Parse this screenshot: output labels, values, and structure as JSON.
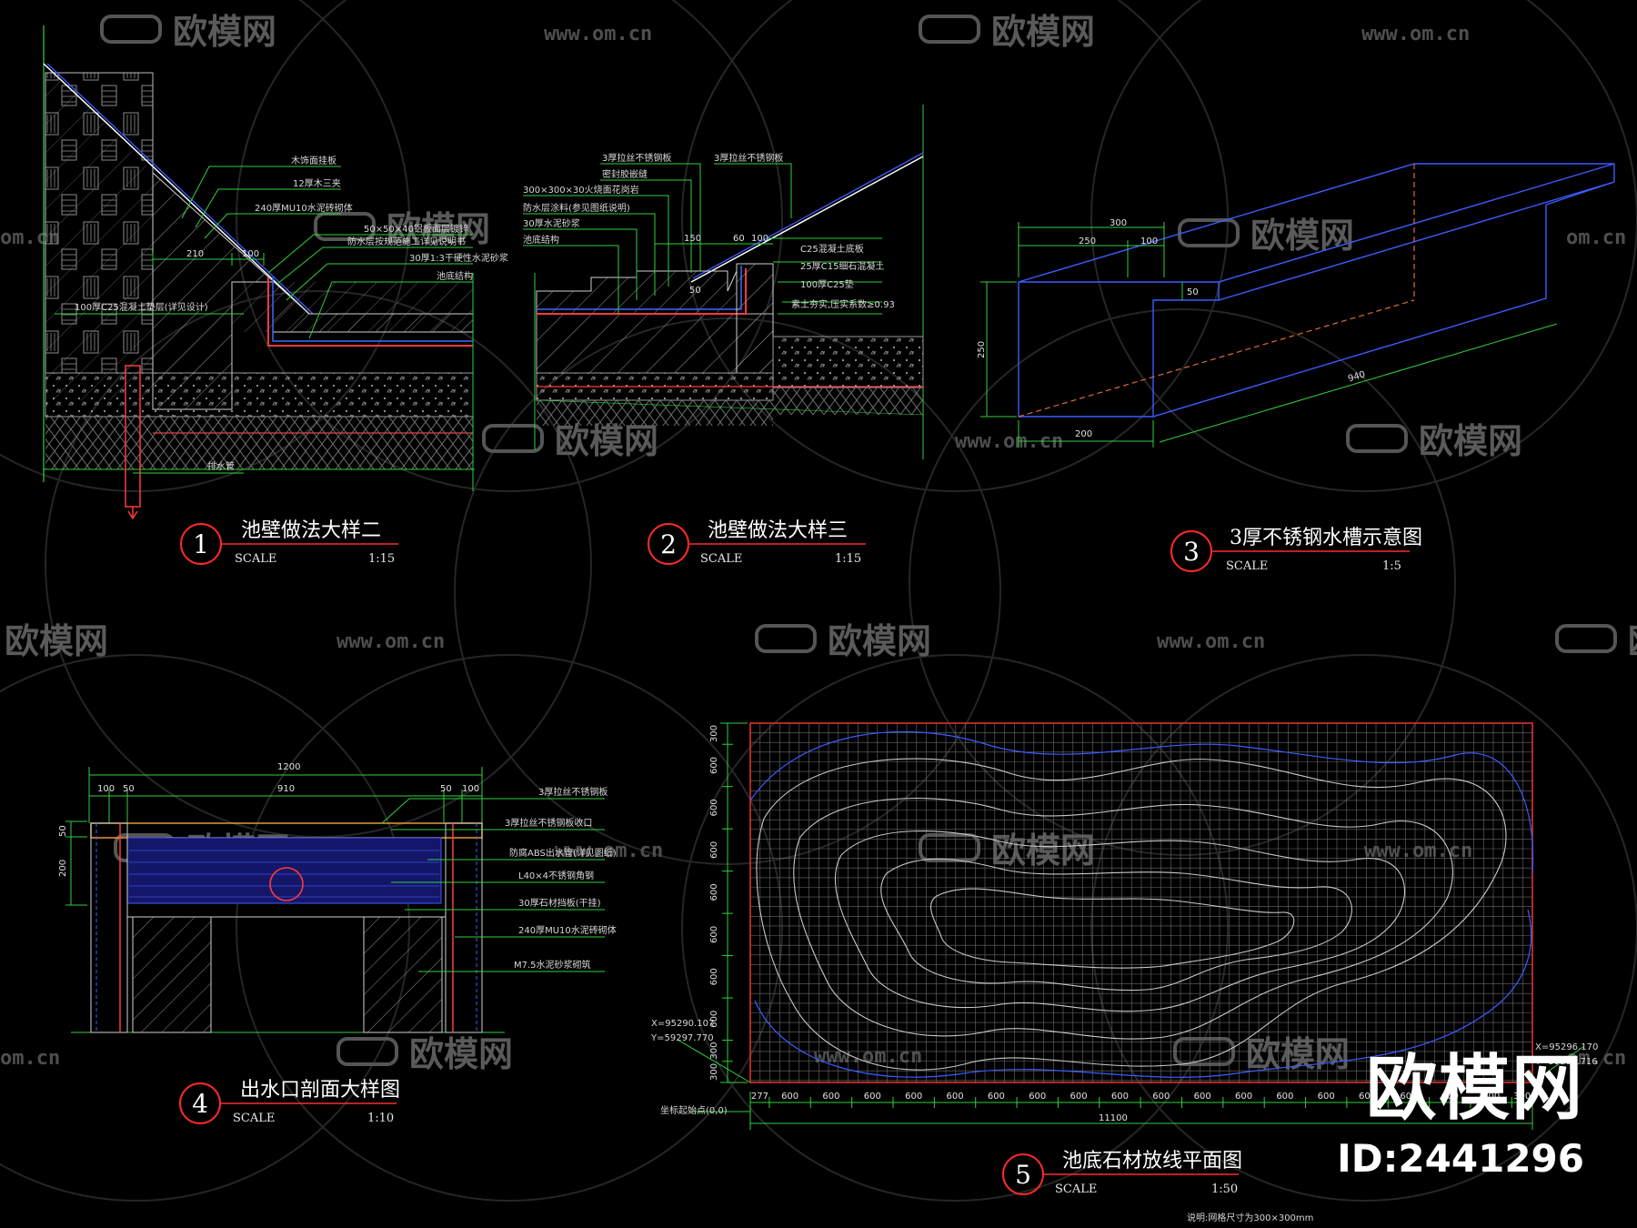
{
  "watermark": {
    "name": "欧模网",
    "url": "www.om.cn",
    "url_short": "om.cn"
  },
  "brand": {
    "logo": "欧模网",
    "id": "ID:2441296"
  },
  "scale_word": "SCALE",
  "details": [
    {
      "number": "1",
      "title": "池壁做法大样二",
      "scale": "1:15"
    },
    {
      "number": "2",
      "title": "池壁做法大样三",
      "scale": "1:15"
    },
    {
      "number": "3",
      "title": "3厚不锈钢水槽示意图",
      "scale": "1:5"
    },
    {
      "number": "4",
      "title": "出水口剖面大样图",
      "scale": "1:10"
    },
    {
      "number": "5",
      "title": "池底石材放线平面图",
      "scale": "1:50"
    }
  ],
  "detail1": {
    "notes": [
      "木饰面挂板",
      "12厚木三夹",
      "240厚MU10水泥砖砌体",
      "50×50×40铝板面层镀锌",
      "防水层按规范施工详见说明书",
      "30厚1:3干硬性水泥砂浆",
      "池底结构",
      "100厚C25混凝土垫层(详见设计)"
    ],
    "dims": [
      "210",
      "100"
    ],
    "drain_label": "排水管"
  },
  "detail2": {
    "notes": [
      "3厚拉丝不锈钢板",
      "3厚拉丝不锈钢板",
      "密封胶嵌缝",
      "300×300×30火烧面花岗岩",
      "防水层涂料(参见图纸说明)",
      "30厚水泥砂浆",
      "池底结构",
      "C25混凝土底板",
      "25厚C15细石混凝土",
      "100厚C25垫",
      "素土夯实,压实系数≥0.93"
    ],
    "dims": [
      "150",
      "60",
      "100",
      "50"
    ]
  },
  "detail3": {
    "dims": [
      "300",
      "250",
      "100",
      "50",
      "250",
      "200",
      "940"
    ]
  },
  "detail4": {
    "dims_top": [
      "1200",
      "100",
      "50",
      "910",
      "50",
      "100"
    ],
    "dims_side": [
      "50",
      "200"
    ],
    "notes": [
      "3厚拉丝不锈钢板",
      "3厚拉丝不锈钢板收口",
      "防腐ABS出水管(详见图纸)",
      "L40×4不锈钢角钢",
      "30厚石材挡板(干挂)",
      "240厚MU10水泥砖砌体",
      "M7.5水泥砂浆砌筑"
    ]
  },
  "detail5": {
    "x_dims": [
      "277",
      "600",
      "600",
      "600",
      "600",
      "600",
      "600",
      "600",
      "600",
      "600",
      "600",
      "600",
      "600",
      "600",
      "600",
      "600",
      "600",
      "600",
      "600",
      "300"
    ],
    "y_dims": [
      "300",
      "600",
      "600",
      "600",
      "600",
      "600",
      "600",
      "600",
      "300",
      "300"
    ],
    "total": "11100",
    "left_coords": [
      "X=95290.107",
      "Y=59297.770"
    ],
    "right_coords": [
      "X=95296.170",
      "Y=59299.716"
    ],
    "origin_label": "坐标起始点(0,0)",
    "footnote": "说明:网格尺寸为300×300mm"
  }
}
